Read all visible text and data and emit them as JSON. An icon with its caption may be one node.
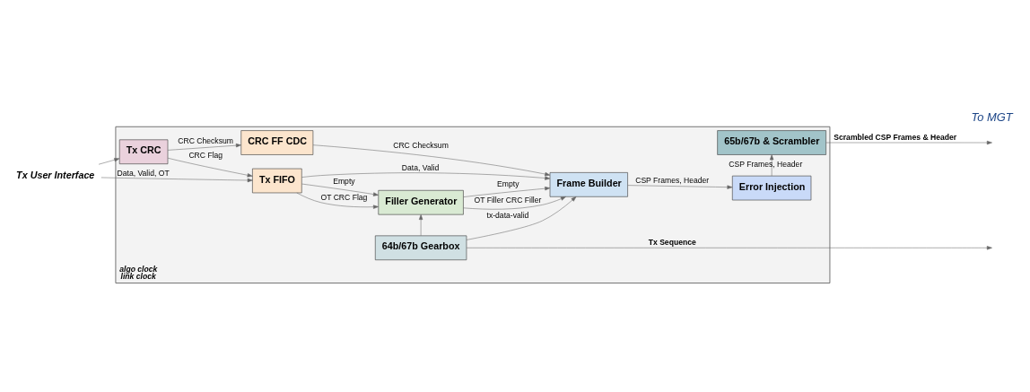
{
  "diagram": {
    "nodes": [
      {
        "text": [
          "algo clock",
          "link clock"
        ]
      },
      {
        "text": [
          "Tx User Interface"
        ]
      },
      {
        "text": [
          "Tx FIFO"
        ],
        "in": 0
      },
      {
        "text": [
          "64b/67b Gearbox"
        ],
        "in": 0
      },
      {
        "text": [
          "Frame Builder"
        ],
        "in": 0
      },
      {
        "text": [
          "Error Injection"
        ],
        "in": 0
      },
      {
        "text": [
          "Tx CRC"
        ],
        "in": 0
      },
      {
        "text": [
          "Filler Generator"
        ],
        "in": 0
      },
      {
        "text": [
          "65b/67b & Scrambler"
        ],
        "in": 0
      },
      {
        "text": [
          "CRC FF CDC"
        ],
        "in": 0
      }
    ],
    "edges": [
      {
        "from": 1,
        "to": 2,
        "arrow": "to",
        "label": "Data, Valid, OT"
      },
      {
        "from": 1,
        "to": 6,
        "arrow": "to"
      },
      {
        "from": 6,
        "to": 2,
        "arrow": "to",
        "label": "CRC Flag"
      },
      {
        "from": 6,
        "to": 9,
        "arrow": "to",
        "label": "CRC Checksum"
      },
      {
        "from": 3,
        "to": null,
        "arrow": "to",
        "label": "Tx Sequence"
      },
      {
        "from": 3,
        "to": 4,
        "arrow": "to",
        "label": "tx-data-valid"
      },
      {
        "from": 3,
        "to": 7,
        "arrow": "to"
      },
      {
        "from": 2,
        "to": 4,
        "arrow": "to",
        "label": "Data, Valid"
      },
      {
        "from": 2,
        "to": 7,
        "arrow": "to",
        "label": "OT CRC Flag"
      },
      {
        "from": 2,
        "to": 7,
        "arrow": "to",
        "label": "Empty"
      },
      {
        "from": 7,
        "to": 4,
        "arrow": "to",
        "label": "OT Filler CRC Filler"
      },
      {
        "from": 7,
        "to": 4,
        "arrow": "to",
        "label": "Empty"
      },
      {
        "from": 9,
        "to": 4,
        "arrow": "to",
        "label": "CRC Checksum"
      },
      {
        "from": 4,
        "to": 5,
        "arrow": "to",
        "label": "CSP Frames, Header"
      },
      {
        "from": 5,
        "to": 8,
        "arrow": "to",
        "label": "CSP Frames, Header"
      },
      {
        "from": 8,
        "to": null,
        "arrow": "to",
        "label": "Scrambled CSP Frames & Header"
      }
    ],
    "labels": [
      "To MGT"
    ]
  }
}
